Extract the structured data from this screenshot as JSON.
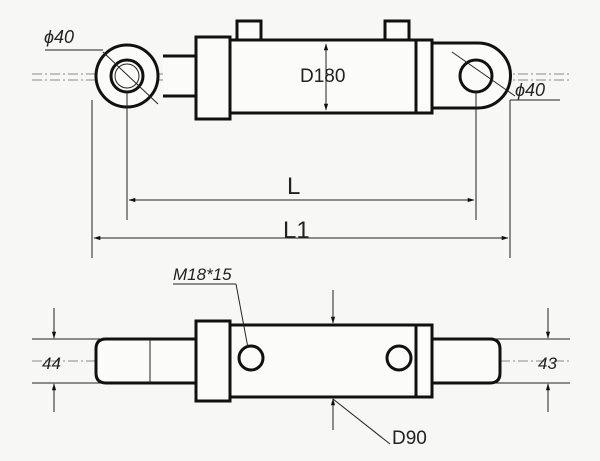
{
  "drawing": {
    "top_view": {
      "left_eye_label": "ϕ40",
      "right_eye_label": "ϕ40",
      "bore_label": "D180",
      "length_label": "L",
      "overall_length_label": "L1"
    },
    "bottom_view": {
      "port_label": "M18*15",
      "left_dim_label": "44",
      "right_dim_label": "43",
      "rod_label": "D90"
    }
  }
}
